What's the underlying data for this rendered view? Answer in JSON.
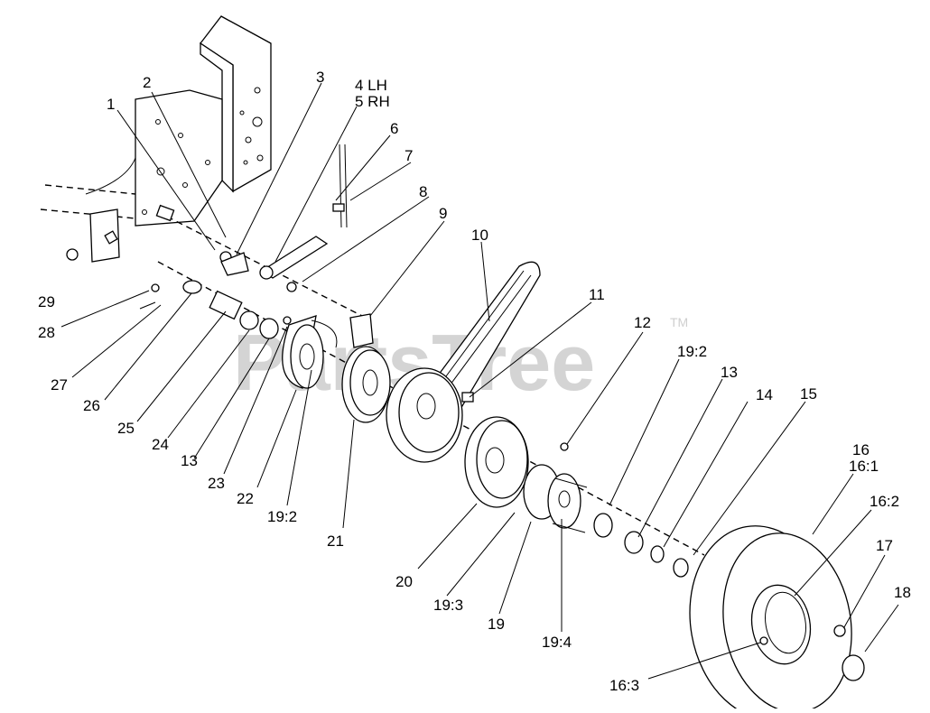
{
  "watermark": {
    "text": "PartsTree",
    "trademark": "TM"
  },
  "callouts": {
    "c1": "1",
    "c2": "2",
    "c3": "3",
    "c4": "4 LH",
    "c5": "5 RH",
    "c6": "6",
    "c7": "7",
    "c8": "8",
    "c9": "9",
    "c10": "10",
    "c11": "11",
    "c12": "12",
    "c19_2a": "19:2",
    "c13a": "13",
    "c14": "14",
    "c15": "15",
    "c16": "16",
    "c16_1": "16:1",
    "c16_2": "16:2",
    "c17": "17",
    "c18": "18",
    "c16_3": "16:3",
    "c19_4": "19:4",
    "c19": "19",
    "c19_3": "19:3",
    "c20": "20",
    "c21": "21",
    "c19_2b": "19:2",
    "c22": "22",
    "c23": "23",
    "c13b": "13",
    "c24": "24",
    "c25": "25",
    "c26": "26",
    "c27": "27",
    "c28": "28",
    "c29": "29"
  }
}
